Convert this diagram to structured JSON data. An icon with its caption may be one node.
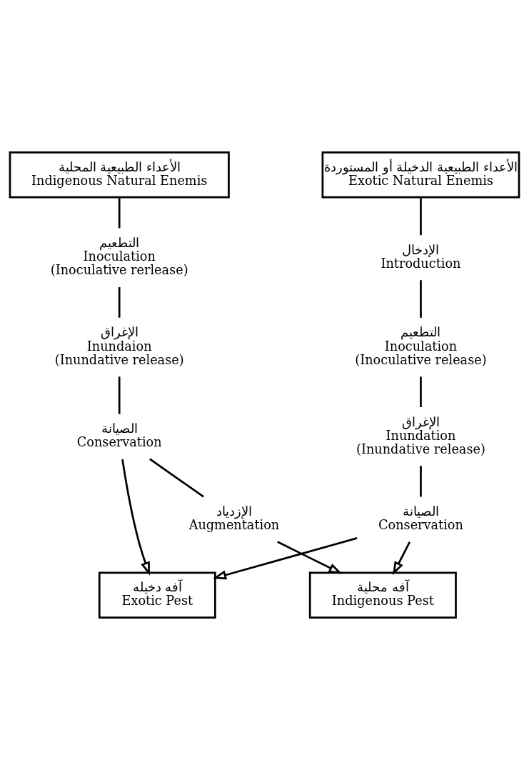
{
  "diagram": {
    "nodes": [
      {
        "text": [
          "الأعداء الطبيعية المحلية",
          "Indigenous Natural Enemis"
        ]
      },
      {
        "text": [
          "الأعداء الطبيعية الدخيلة أو المستوردة",
          "Exotic Natural Enemis"
        ]
      },
      {
        "text": [
          "التطعيم",
          "Inoculation",
          "(Inoculative rerlease)"
        ]
      },
      {
        "text": [
          "الإدخال",
          "Introduction"
        ]
      },
      {
        "text": [
          "الإغراق",
          "Inundaion",
          "(Inundative release)"
        ]
      },
      {
        "text": [
          "التطعيم",
          "Inoculation",
          "(Inoculative release)"
        ]
      },
      {
        "text": [
          "الصيانة",
          "Conservation"
        ]
      },
      {
        "text": [
          "الإغراق",
          "Inundation",
          "(Inundative release)"
        ]
      },
      {
        "text": [
          "الصيانة",
          "Conservation"
        ]
      },
      {
        "text": [
          "آفه دخيله",
          "Exotic Pest"
        ]
      },
      {
        "text": [
          "الإزدياد",
          "Augmentation"
        ]
      },
      {
        "text": [
          "آفه محلية",
          "Indigenous Pest"
        ]
      }
    ],
    "edges": [
      {
        "from": 0,
        "to": 2,
        "arrow": "none"
      },
      {
        "from": 2,
        "to": 4,
        "arrow": "none"
      },
      {
        "from": 4,
        "to": 6,
        "arrow": "none"
      },
      {
        "from": 6,
        "to": 9,
        "arrow": "to"
      },
      {
        "from": 6,
        "to": 10,
        "arrow": "none"
      },
      {
        "from": 10,
        "to": 11,
        "arrow": "to"
      },
      {
        "from": 1,
        "to": 3,
        "arrow": "none"
      },
      {
        "from": 3,
        "to": 5,
        "arrow": "none"
      },
      {
        "from": 5,
        "to": 7,
        "arrow": "none"
      },
      {
        "from": 7,
        "to": 8,
        "arrow": "none"
      },
      {
        "from": 8,
        "to": 9,
        "arrow": "to"
      },
      {
        "from": 8,
        "to": 11,
        "arrow": "to"
      }
    ]
  }
}
